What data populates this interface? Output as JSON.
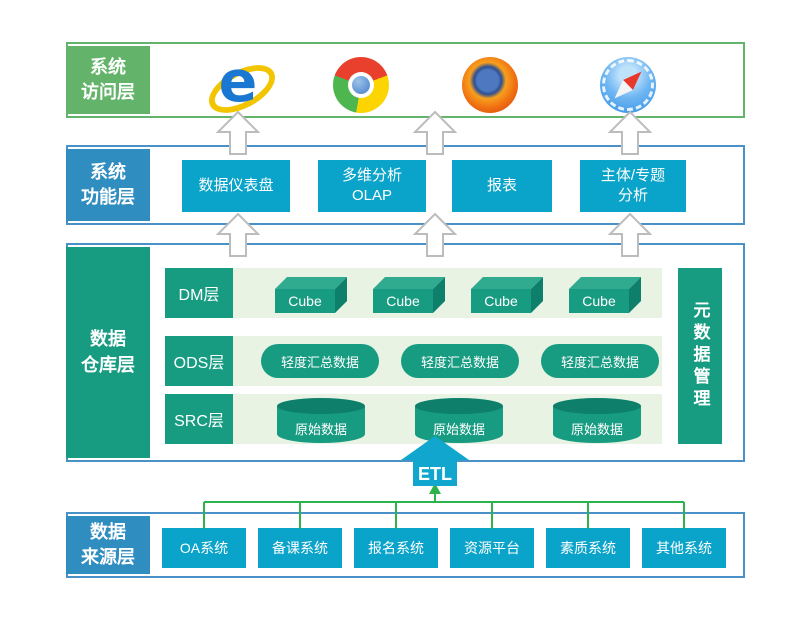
{
  "access_layer": {
    "label": [
      "系统",
      "访问层"
    ],
    "ie_glyph": "e",
    "browsers": [
      "internet-explorer",
      "chrome",
      "firefox",
      "safari"
    ]
  },
  "function_layer": {
    "label": [
      "系统",
      "功能层"
    ],
    "boxes": [
      [
        "数据仪表盘"
      ],
      [
        "多维分析",
        "OLAP"
      ],
      [
        "报表"
      ],
      [
        "主体/专题",
        "分析"
      ]
    ]
  },
  "warehouse_layer": {
    "label": [
      "数据",
      "仓库层"
    ],
    "side_label": "元数据管理",
    "rows": [
      {
        "name": "DM层",
        "items": [
          "Cube",
          "Cube",
          "Cube",
          "Cube"
        ]
      },
      {
        "name": "ODS层",
        "items": [
          "轻度汇总数据",
          "轻度汇总数据",
          "轻度汇总数据"
        ]
      },
      {
        "name": "SRC层",
        "items": [
          "原始数据",
          "原始数据",
          "原始数据"
        ]
      }
    ]
  },
  "etl": {
    "label": "ETL"
  },
  "source_layer": {
    "label": [
      "数据",
      "来源层"
    ],
    "systems": [
      "OA系统",
      "备课系统",
      "报名系统",
      "资源平台",
      "素质系统",
      "其他系统"
    ]
  },
  "colors": {
    "green": "#63b46a",
    "green_line": "#2db34b",
    "blue_label": "#2f8dc0",
    "blue_border": "#4a91c7",
    "cyan": "#0aa3c9",
    "teal": "#179c82",
    "teal_dark": "#0d7f6a",
    "teal_light": "#31ab90",
    "strip": "#e9f3e3",
    "etl": "#10a6cd",
    "arrow_stroke": "#bcbcbc"
  }
}
